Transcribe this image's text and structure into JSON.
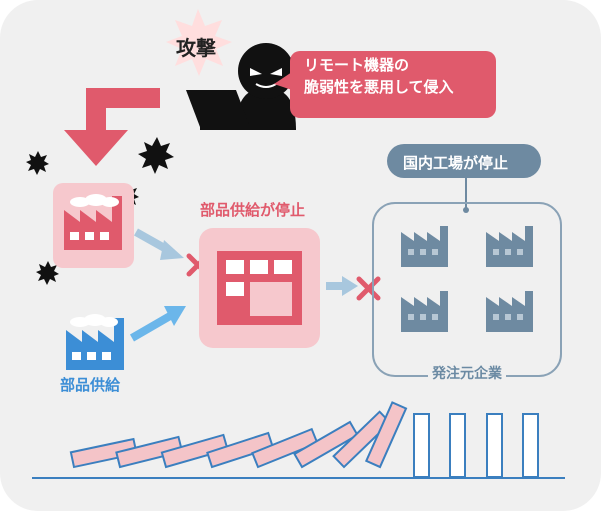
{
  "attack": {
    "label": "攻撃"
  },
  "attacker": {
    "line1": "リモート機器の",
    "line2": "脆弱性を悪用して侵入"
  },
  "supplier_status": "部品供給が停止",
  "domestic_status": "国内工場が停止",
  "supply_label": "部品供給",
  "client_label": "発注元企業",
  "colors": {
    "background": "#f0f0f0",
    "accent_red": "#e05a6c",
    "soft_pink": "#f6c8cd",
    "factory_blue": "#3c8ed6",
    "factory_gray": "#6e8aa1",
    "domino_pink": "#f4c4c8",
    "domino_blue": "#3b7fbf"
  },
  "icons": [
    "attack-burst-icon",
    "hacker-icon",
    "laptop-icon",
    "factory-icon",
    "cross-icon",
    "arrow-icon",
    "domino-icon"
  ]
}
